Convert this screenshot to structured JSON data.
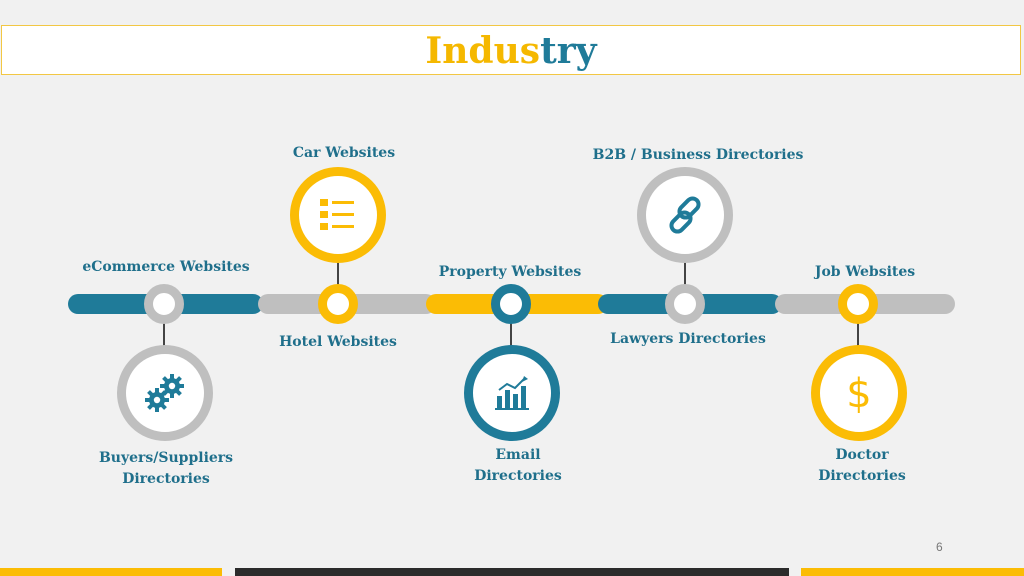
{
  "title": {
    "part1": "Indus",
    "part2": "try"
  },
  "colors": {
    "yellow": "#fbbc05",
    "teal": "#1f7b99",
    "gray": "#bfbfbf",
    "label": "#1f6f8b"
  },
  "nodes": [
    {
      "label": "eCommerce Websites"
    },
    {
      "label": "Car Websites"
    },
    {
      "label": "Hotel Websites"
    },
    {
      "label": "Property Websites"
    },
    {
      "label": "B2B / Business Directories"
    },
    {
      "label": "Lawyers Directories"
    },
    {
      "label": "Job Websites"
    }
  ],
  "icons": [
    {
      "label_line1": "Buyers/Suppliers",
      "label_line2": "Directories",
      "icon": "gears-icon"
    },
    {
      "label_line1": "Email",
      "label_line2": "Directories",
      "icon": "bar-chart-icon"
    },
    {
      "label_line1": "Doctor",
      "label_line2": "Directories",
      "icon": "dollar-icon"
    },
    {
      "icon": "list-icon"
    },
    {
      "icon": "link-icon"
    }
  ],
  "page_number": "6"
}
